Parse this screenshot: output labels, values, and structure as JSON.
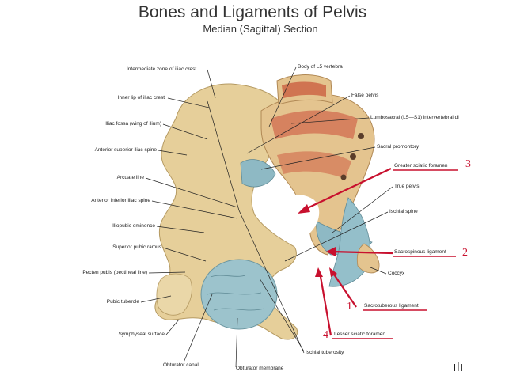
{
  "title": "Bones and Ligaments of Pelvis",
  "subtitle": "Median (Sagittal) Section",
  "left_labels": [
    "Intermediate zone of iliac crest",
    "Inner lip of iliac crest",
    "Iliac fossa (wing of ilium)",
    "Anterior superior iliac spine",
    "Arcuate line",
    "Anterior inferior iliac spine",
    "Iliopubic eminence",
    "Superior pubic ramus",
    "Pecten pubis (pectineal line)",
    "Pubic tubercle",
    "Symphyseal surface",
    "Obturator canal"
  ],
  "right_labels": [
    "Body of L5 vertebra",
    "False pelvis",
    "Lumbosacral (L5—S1) intervertebral di",
    "Sacral promontory",
    "True pelvis",
    "Ischial spine",
    "Coccyx",
    "Ischial tuberosity",
    "Obturator membrane"
  ],
  "highlighted_labels": [
    "Greater sciatic foramen",
    "Sacrospinous ligament",
    "Sacrotuberous ligament",
    "Lesser sciatic foramen"
  ],
  "numbers": [
    "3",
    "2",
    "1",
    "4"
  ],
  "watermark": "ılı",
  "colors": {
    "highlight": "#c8102e",
    "bone": "#e6cf9a",
    "ligament": "#8eb9c4",
    "marrow": "#c95a3c"
  }
}
